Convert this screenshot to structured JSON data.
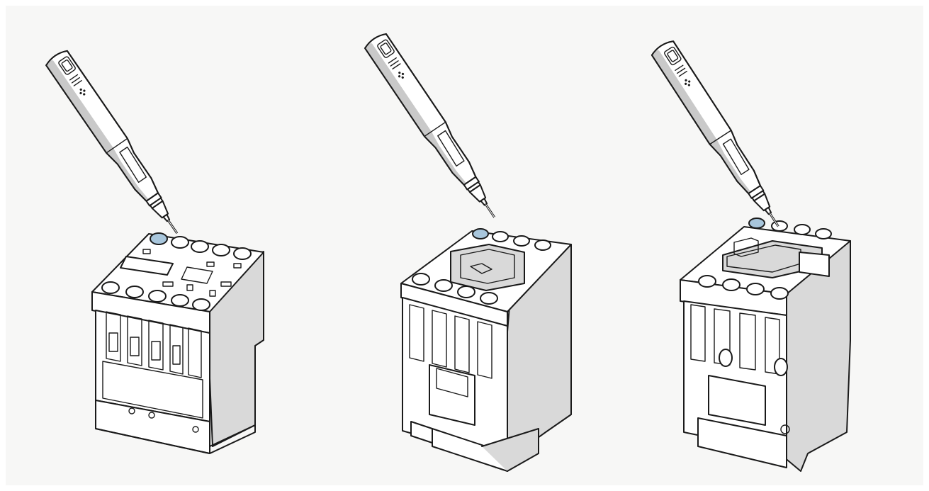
{
  "colors": {
    "background": "#f7f7f6",
    "body_white": "#ffffff",
    "body_shadow": "#d9d9d9",
    "pen_grey": "#c9c9c9",
    "outline": "#1a1a1a",
    "screw_highlight": "#a8c6dc"
  },
  "illustrations": [
    {
      "device": "contactor-small",
      "tool": "pen-screwdriver",
      "highlighted": "top-left-terminal-screw"
    },
    {
      "device": "contactor-medium",
      "tool": "pen-screwdriver",
      "highlighted": "top-left-terminal-screw"
    },
    {
      "device": "contactor-large",
      "tool": "pen-screwdriver",
      "highlighted": "top-left-terminal-screw"
    }
  ]
}
